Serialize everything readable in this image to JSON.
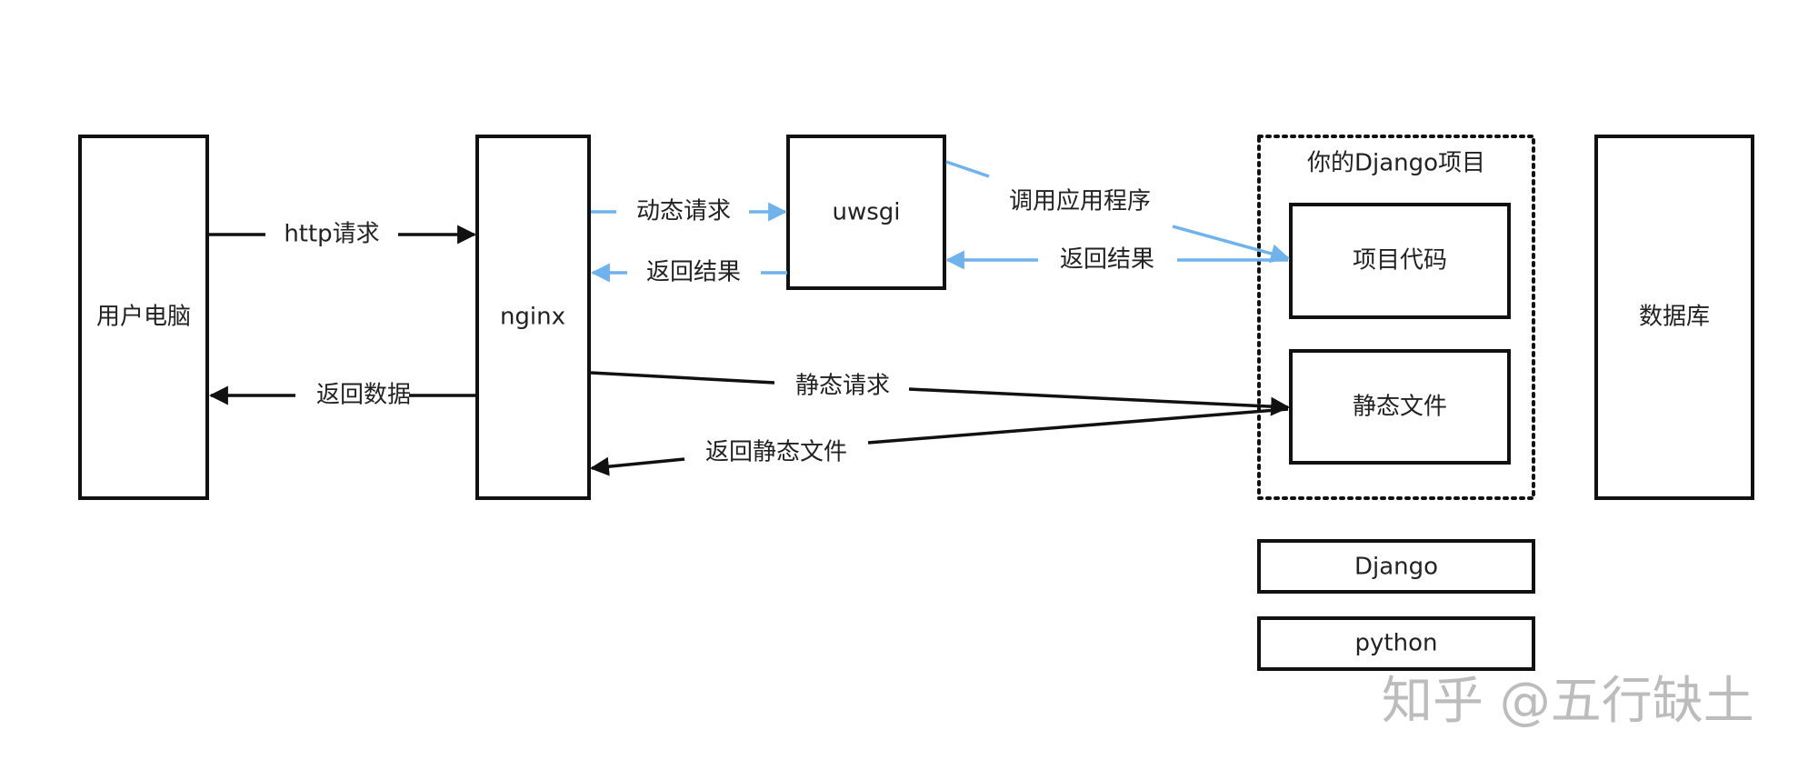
{
  "colors": {
    "request_arrow": "#111111",
    "app_arrow": "#6fb2ec",
    "watermark": "#bcbcbc"
  },
  "nodes": {
    "pc": "用户电脑",
    "nginx": "nginx",
    "uwsgi": "uwsgi",
    "project_group": "你的Django项目",
    "project_code": "项目代码",
    "static_files": "静态文件",
    "database": "数据库",
    "django": "Django",
    "python": "python"
  },
  "edges": {
    "http_request": "http请求",
    "return_data": "返回数据",
    "dynamic_request": "动态请求",
    "return_result_nginx": "返回结果",
    "call_app": "调用应用程序",
    "return_result_uwsgi": "返回结果",
    "static_request": "静态请求",
    "return_static": "返回静态文件"
  },
  "watermark": "知乎 @五行缺土"
}
